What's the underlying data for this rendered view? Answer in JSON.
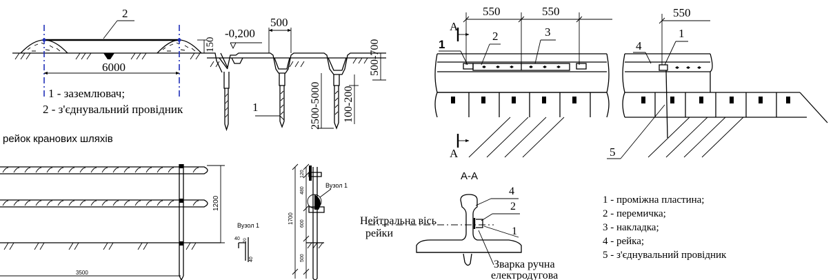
{
  "fig1": {
    "callout_2": "2",
    "dim_6000": "6000",
    "dim_150": "150",
    "level": "-0,200",
    "dim_500": "500",
    "dim_500_700": "500-700",
    "dim_2500_5000": "2500-5000",
    "dim_100_200": "100-200",
    "callout_1": "1",
    "legend": [
      "1 - заземлювач;",
      "2 - з'єднувальний провідник"
    ]
  },
  "fig2": {
    "dim_550_a": "550",
    "dim_550_b": "550",
    "dim_550_c": "550",
    "section_A_top": "А",
    "section_A_bottom": "А",
    "callout_1a": "1",
    "callout_2": "2",
    "callout_3": "3",
    "callout_4": "4",
    "callout_1b": "1",
    "callout_5": "5"
  },
  "caption_rails": "рейок кранових шляхів",
  "fig3": {
    "dim_1200": "1200",
    "dim_3500": "3500",
    "node_label": "Вузол 1",
    "dim_40": "40",
    "dim_40b": "40",
    "dim_20": "20"
  },
  "fig4": {
    "dim_1700": "1700",
    "dim_120": "120",
    "dim_480": "480",
    "dim_600": "600",
    "dim_500": "500",
    "node_label": "Вузол 1"
  },
  "fig5": {
    "section_title": "А-А",
    "neutral_axis": [
      "Нейтральна вісь",
      "рейки"
    ],
    "callout_4": "4",
    "callout_2": "2",
    "callout_1": "1",
    "weld": [
      "Зварка ручна",
      "електродугова"
    ]
  },
  "legend_right": [
    "1 - проміжна пластина;",
    "2 - перемичка;",
    "3 - накладка;",
    "4 - рейка;",
    "5 - з'єднувальний провідник"
  ]
}
